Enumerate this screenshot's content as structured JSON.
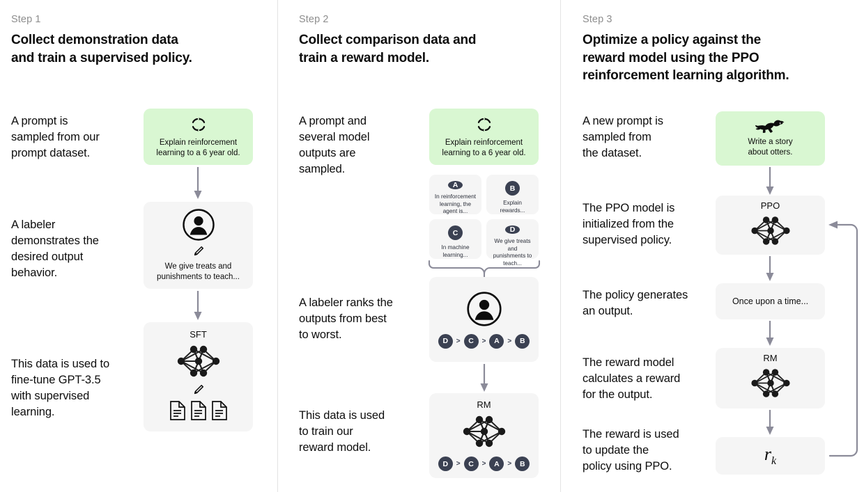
{
  "diagram": {
    "title": "InstructGPT / RLHF three-step training diagram",
    "accent_green": "#d9f7d2",
    "card_gray": "#f5f5f5",
    "badge_navy": "#3b4152",
    "arrow_gray": "#8b8b99"
  },
  "columns": [
    {
      "step_label": "Step 1",
      "step_title": "Collect demonstration data\nand train a supervised policy.",
      "texts": [
        "A prompt is\nsampled from our\nprompt dataset.",
        "A labeler\ndemonstrates the\ndesired output\nbehavior.",
        "This data is used to\nfine-tune GPT-3.5\nwith supervised\nlearning."
      ],
      "cards": [
        {
          "name": "prompt-card",
          "icon": "refresh-icon",
          "text": "Explain reinforcement\nlearning to a 6 year old."
        },
        {
          "name": "labeler-card",
          "icon": "person-circle-icon",
          "sub_icon": "pencil-icon",
          "text": "We give treats and\npunishments to teach..."
        },
        {
          "name": "sft-card",
          "title": "SFT",
          "icon": "neural-network-icon",
          "sub_icon": "pencil-icon",
          "extra_icon": "documents-icon"
        }
      ]
    },
    {
      "step_label": "Step 2",
      "step_title": "Collect comparison data and\ntrain a reward model.",
      "texts": [
        "A prompt and\nseveral model\noutputs are\nsampled.",
        "A labeler ranks the\noutputs from best\nto worst.",
        "This data is used\nto train our\nreward model."
      ],
      "cards": [
        {
          "name": "prompt-card",
          "icon": "refresh-icon",
          "text": "Explain reinforcement\nlearning to a 6 year old."
        },
        {
          "name": "ranking-card",
          "icon": "person-circle-icon",
          "ranking": [
            "D",
            "C",
            "A",
            "B"
          ]
        },
        {
          "name": "rm-card",
          "title": "RM",
          "icon": "neural-network-icon",
          "ranking": [
            "D",
            "C",
            "A",
            "B"
          ]
        }
      ],
      "outputs": [
        {
          "badge": "A",
          "text": "In reinforcement\nlearning, the\nagent is..."
        },
        {
          "badge": "B",
          "text": "Explain rewards..."
        },
        {
          "badge": "C",
          "text": "In machine\nlearning..."
        },
        {
          "badge": "D",
          "text": "We give treats and\npunishments to\nteach..."
        }
      ]
    },
    {
      "step_label": "Step 3",
      "step_title": "Optimize a policy against the\nreward model using the PPO\nreinforcement learning algorithm.",
      "texts": [
        "A new prompt is\nsampled from\nthe dataset.",
        "The PPO model is\ninitialized from the\nsupervised policy.",
        "The policy generates\nan output.",
        "The reward model\ncalculates a reward\nfor the output.",
        "The reward is used\nto update the\npolicy using PPO."
      ],
      "cards": [
        {
          "name": "prompt-card",
          "icon": "otter-icon",
          "text": "Write a story\nabout otters."
        },
        {
          "name": "ppo-card",
          "title": "PPO",
          "icon": "neural-network-icon"
        },
        {
          "name": "output-card",
          "text": "Once upon a time..."
        },
        {
          "name": "rm-card",
          "title": "RM",
          "icon": "neural-network-icon"
        },
        {
          "name": "reward-card",
          "text": "r",
          "subscript": "k"
        }
      ]
    }
  ]
}
